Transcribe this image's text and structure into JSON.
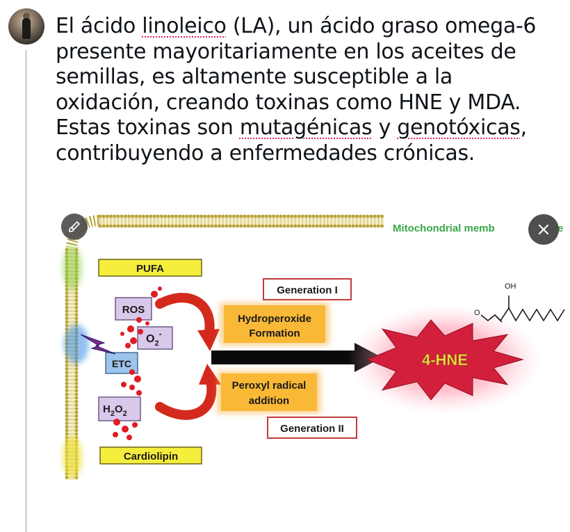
{
  "tweet": {
    "text_parts": [
      {
        "t": "El ácido ",
        "misspelled": false
      },
      {
        "t": "linoleico",
        "misspelled": true
      },
      {
        "t": " (LA), un ácido graso omega-6 presente mayoritariamente en los aceites de semillas, es altamente susceptible a la oxidación, creando toxinas como HNE y MDA. Estas toxinas son ",
        "misspelled": false
      },
      {
        "t": "mutagénicas",
        "misspelled": true
      },
      {
        "t": " y ",
        "misspelled": false
      },
      {
        "t": "genotóxicas",
        "misspelled": true
      },
      {
        "t": ", contribuyendo a enfermedades crónicas.",
        "misspelled": false
      }
    ]
  },
  "media": {
    "alt_button_icon": "brush-icon",
    "close_button_icon": "close-icon",
    "diagram": {
      "membrane_label": "Mitochondrial memb",
      "membrane_label_tail": "e",
      "pufa": "PUFA",
      "ros": "ROS",
      "o2": "O",
      "o2_sub": "2",
      "o2_sup": "-",
      "etc": "ETC",
      "h2o2_a": "H",
      "h2o2_sub1": "2",
      "h2o2_b": "O",
      "h2o2_sub2": "2",
      "cardiolipin": "Cardiolipin",
      "generation1": "Generation I",
      "generation2": "Generation II",
      "hydroperoxide_1": "Hydroperoxide",
      "hydroperoxide_2": "Formation",
      "peroxyl_1": "Peroxyl radical",
      "peroxyl_2": "addition",
      "hne": "4-HNE",
      "oh": "OH",
      "o": "O"
    }
  },
  "colors": {
    "membrane_gold": "#b8a23a",
    "label_green": "#3aa84a",
    "yellow_box": "#f5ee3c",
    "orange_box": "#f7a21a",
    "red_arrow": "#d42a1e",
    "star_red": "#d21f3c",
    "hne_text": "#f2e14a",
    "purple_box": "#d8c8ea",
    "blue_box": "#9cc3ea"
  }
}
